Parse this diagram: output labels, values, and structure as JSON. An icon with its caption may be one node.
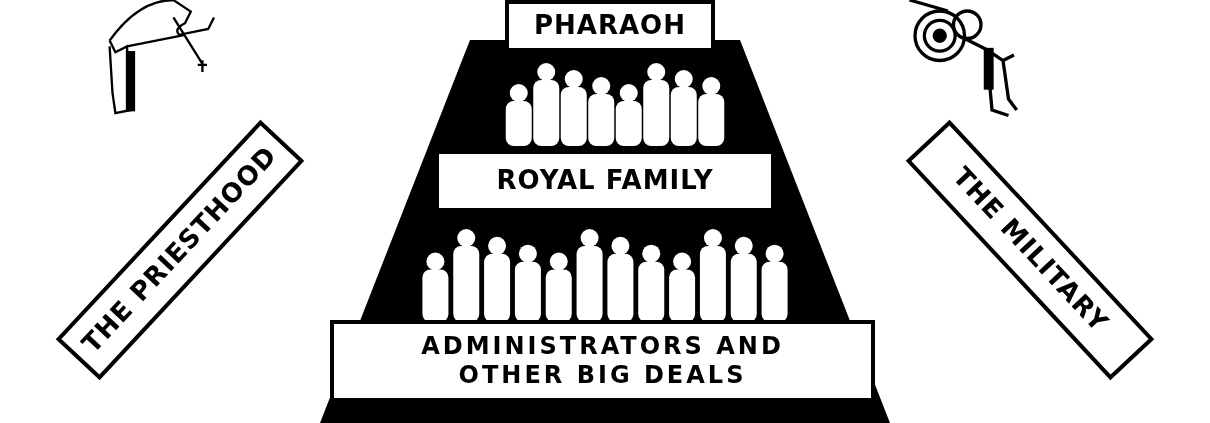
{
  "diagram": {
    "nodes": [
      {
        "text": [
          "PHARAOH"
        ]
      },
      {
        "text": [
          "THE PRIESTHOOD"
        ]
      },
      {
        "text": [
          "THE MILITARY"
        ]
      },
      {
        "text": [
          "ROYAL FAMILY"
        ]
      },
      {
        "text": [
          "ADMINISTRATORS AND OTHER BIG DEALS"
        ]
      }
    ]
  }
}
